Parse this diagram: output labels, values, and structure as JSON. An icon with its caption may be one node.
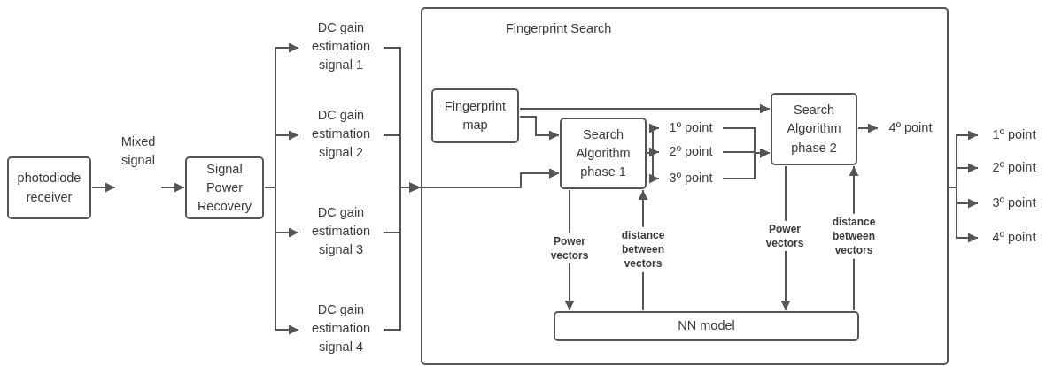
{
  "diagram": {
    "nodes": [
      {
        "text": [
          "photodiode receiver"
        ]
      },
      {
        "text": [
          "Mixed signal"
        ]
      },
      {
        "text": [
          "Signal Power Recovery"
        ]
      },
      {
        "text": [
          "DC gain estimation signal 1"
        ]
      },
      {
        "text": [
          "DC gain estimation signal 2"
        ]
      },
      {
        "text": [
          "DC gain estimation signal 3"
        ]
      },
      {
        "text": [
          "DC gain estimation signal 4"
        ]
      },
      {
        "text": [
          "Fingerprint Search"
        ]
      },
      {
        "text": [
          "Fingerprint map"
        ],
        "in": 7
      },
      {
        "text": [
          "Search Algorithm phase 1"
        ],
        "in": 7
      },
      {
        "text": [
          "1º point"
        ],
        "in": 7
      },
      {
        "text": [
          "2º point"
        ],
        "in": 7
      },
      {
        "text": [
          "3º point"
        ],
        "in": 7
      },
      {
        "text": [
          "Search Algorithm phase 2"
        ],
        "in": 7
      },
      {
        "text": [
          "4º point"
        ],
        "in": 7
      },
      {
        "text": [
          "NN model"
        ],
        "in": 7
      },
      {
        "text": [
          "1º point"
        ]
      },
      {
        "text": [
          "2º point"
        ]
      },
      {
        "text": [
          "3º point"
        ]
      },
      {
        "text": [
          "4º point"
        ]
      }
    ],
    "edges": [
      {
        "from": 0,
        "to": 1,
        "arrow": "to"
      },
      {
        "from": 1,
        "to": 2,
        "arrow": "to"
      },
      {
        "from": 2,
        "to": 3,
        "arrow": "to"
      },
      {
        "from": 2,
        "to": 4,
        "arrow": "to"
      },
      {
        "from": 2,
        "to": 5,
        "arrow": "to"
      },
      {
        "from": 2,
        "to": 6,
        "arrow": "to"
      },
      {
        "from": 3,
        "to": 9,
        "arrow": "to"
      },
      {
        "from": 4,
        "to": 9,
        "arrow": "to"
      },
      {
        "from": 5,
        "to": 9,
        "arrow": "to"
      },
      {
        "from": 6,
        "to": 9,
        "arrow": "to"
      },
      {
        "from": 8,
        "to": 9,
        "arrow": "to"
      },
      {
        "from": 8,
        "to": 13,
        "arrow": "to"
      },
      {
        "from": 9,
        "to": 10,
        "arrow": "to"
      },
      {
        "from": 9,
        "to": 11,
        "arrow": "to"
      },
      {
        "from": 9,
        "to": 12,
        "arrow": "to"
      },
      {
        "from": 10,
        "to": 13,
        "arrow": "to"
      },
      {
        "from": 11,
        "to": 13,
        "arrow": "to"
      },
      {
        "from": 12,
        "to": 13,
        "arrow": "to"
      },
      {
        "from": 13,
        "to": 14,
        "arrow": "to"
      },
      {
        "from": 9,
        "to": 15,
        "arrow": "to",
        "label": "Power vectors"
      },
      {
        "from": 15,
        "to": 9,
        "arrow": "to",
        "label": "distance between vectors"
      },
      {
        "from": 13,
        "to": 15,
        "arrow": "to",
        "label": "Power vectors"
      },
      {
        "from": 15,
        "to": 13,
        "arrow": "to",
        "label": "distance between vectors"
      },
      {
        "from": 7,
        "to": 16,
        "arrow": "to"
      },
      {
        "from": 7,
        "to": 17,
        "arrow": "to"
      },
      {
        "from": 7,
        "to": 18,
        "arrow": "to"
      },
      {
        "from": 7,
        "to": 19,
        "arrow": "to"
      }
    ]
  }
}
